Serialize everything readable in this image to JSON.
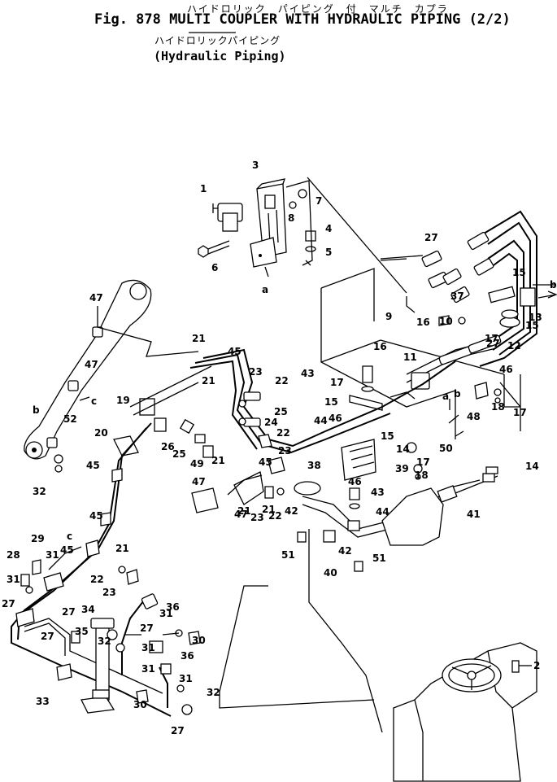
{
  "header": {
    "jp_title": "ハイドロリック　パイピング　付　マルチ　カプラ",
    "fig_title": "Fig. 878 MULTI COUPLER WITH HYDRAULIC PIPING (2/2)",
    "jp_subtitle": "ハイドロリックパイピング",
    "en_subtitle": "(Hydraulic Piping)"
  },
  "callouts": [
    {
      "text": "1"
    },
    {
      "text": "2"
    },
    {
      "text": "3"
    },
    {
      "text": "4"
    },
    {
      "text": "5"
    },
    {
      "text": "6"
    },
    {
      "text": "7"
    },
    {
      "text": "8"
    },
    {
      "text": "9"
    },
    {
      "text": "10"
    },
    {
      "text": "11"
    },
    {
      "text": "12"
    },
    {
      "text": "13"
    },
    {
      "text": "14"
    },
    {
      "text": "14"
    },
    {
      "text": "15"
    },
    {
      "text": "15"
    },
    {
      "text": "15"
    },
    {
      "text": "15"
    },
    {
      "text": "16"
    },
    {
      "text": "16"
    },
    {
      "text": "17"
    },
    {
      "text": "17"
    },
    {
      "text": "17"
    },
    {
      "text": "17"
    },
    {
      "text": "18"
    },
    {
      "text": "18"
    },
    {
      "text": "19"
    },
    {
      "text": "20"
    },
    {
      "text": "21"
    },
    {
      "text": "21"
    },
    {
      "text": "21"
    },
    {
      "text": "21"
    },
    {
      "text": "21"
    },
    {
      "text": "21"
    },
    {
      "text": "22"
    },
    {
      "text": "22"
    },
    {
      "text": "22"
    },
    {
      "text": "22"
    },
    {
      "text": "23"
    },
    {
      "text": "23"
    },
    {
      "text": "23"
    },
    {
      "text": "23"
    },
    {
      "text": "24"
    },
    {
      "text": "25"
    },
    {
      "text": "25"
    },
    {
      "text": "26"
    },
    {
      "text": "27"
    },
    {
      "text": "27"
    },
    {
      "text": "27"
    },
    {
      "text": "27"
    },
    {
      "text": "27"
    },
    {
      "text": "27"
    },
    {
      "text": "27"
    },
    {
      "text": "28"
    },
    {
      "text": "29"
    },
    {
      "text": "30"
    },
    {
      "text": "30"
    },
    {
      "text": "31"
    },
    {
      "text": "31"
    },
    {
      "text": "31"
    },
    {
      "text": "31"
    },
    {
      "text": "31"
    },
    {
      "text": "31"
    },
    {
      "text": "32"
    },
    {
      "text": "32"
    },
    {
      "text": "32"
    },
    {
      "text": "33"
    },
    {
      "text": "34"
    },
    {
      "text": "35"
    },
    {
      "text": "36"
    },
    {
      "text": "36"
    },
    {
      "text": "37"
    },
    {
      "text": "38"
    },
    {
      "text": "39"
    },
    {
      "text": "40"
    },
    {
      "text": "41"
    },
    {
      "text": "42"
    },
    {
      "text": "42"
    },
    {
      "text": "43"
    },
    {
      "text": "43"
    },
    {
      "text": "44"
    },
    {
      "text": "44"
    },
    {
      "text": "45"
    },
    {
      "text": "45"
    },
    {
      "text": "45"
    },
    {
      "text": "45"
    },
    {
      "text": "45"
    },
    {
      "text": "46"
    },
    {
      "text": "46"
    },
    {
      "text": "46"
    },
    {
      "text": "47"
    },
    {
      "text": "47"
    },
    {
      "text": "47"
    },
    {
      "text": "47"
    },
    {
      "text": "48"
    },
    {
      "text": "49"
    },
    {
      "text": "50"
    },
    {
      "text": "51"
    },
    {
      "text": "51"
    },
    {
      "text": "52"
    },
    {
      "text": "a"
    },
    {
      "text": "a"
    },
    {
      "text": "b"
    },
    {
      "text": "b"
    },
    {
      "text": "b"
    },
    {
      "text": "c"
    },
    {
      "text": "c"
    }
  ]
}
